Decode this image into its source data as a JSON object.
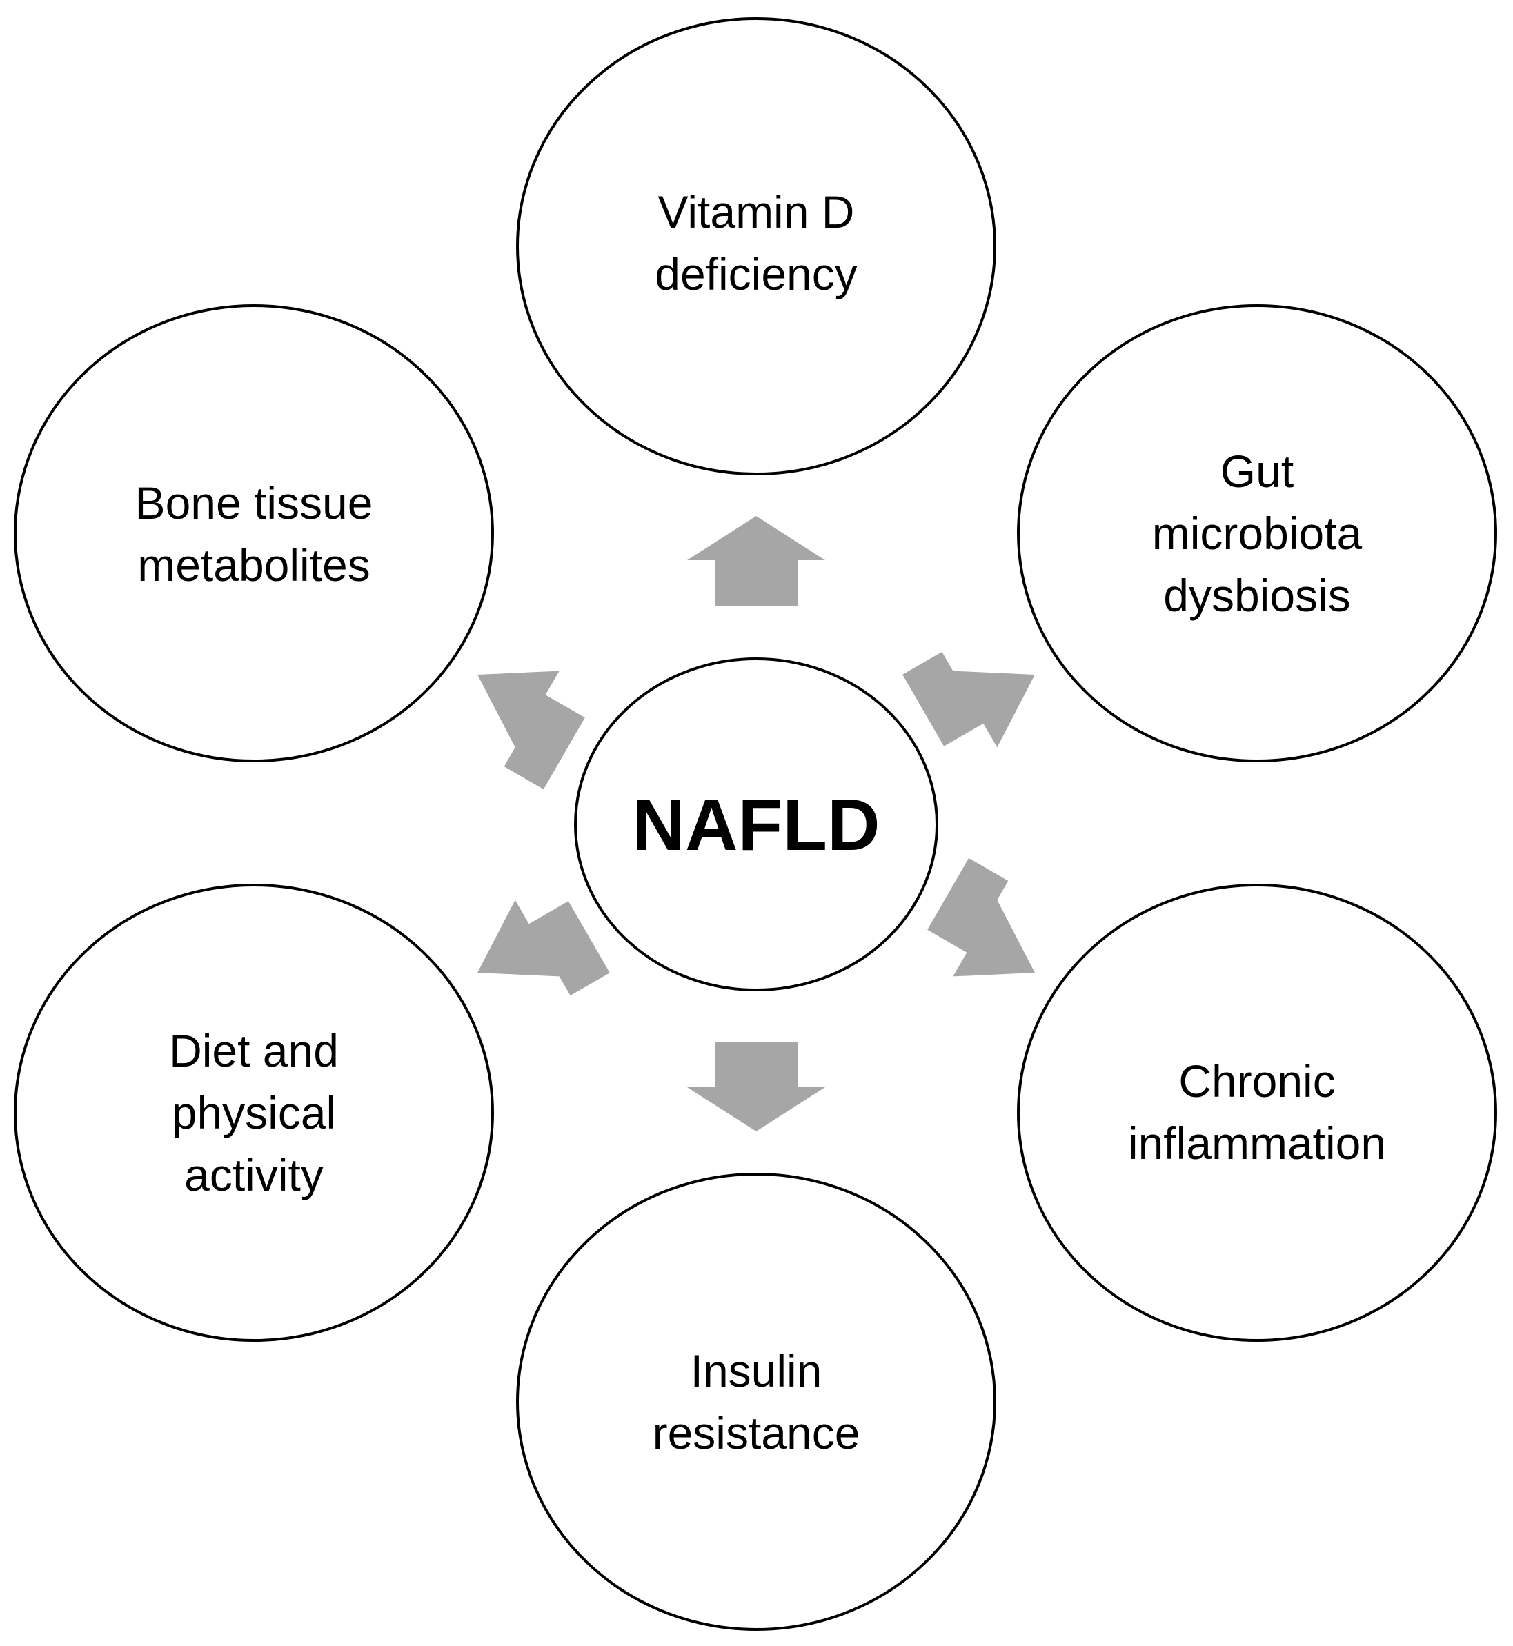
{
  "diagram": {
    "center": {
      "label": "NAFLD"
    },
    "nodes": [
      {
        "id": "vitamin-d",
        "lines": [
          "Vitamin D",
          "deficiency"
        ]
      },
      {
        "id": "gut-microbiota",
        "lines": [
          "Gut",
          "microbiota",
          "dysbiosis"
        ]
      },
      {
        "id": "chronic-inflammation",
        "lines": [
          "Chronic",
          "inflammation"
        ]
      },
      {
        "id": "insulin-resistance",
        "lines": [
          "Insulin",
          "resistance"
        ]
      },
      {
        "id": "diet-activity",
        "lines": [
          "Diet and",
          "physical",
          "activity"
        ]
      },
      {
        "id": "bone-tissue",
        "lines": [
          "Bone tissue",
          "metabolites"
        ]
      }
    ],
    "colors": {
      "arrow": "#a6a6a6",
      "stroke": "#000000",
      "fill": "#ffffff"
    }
  }
}
